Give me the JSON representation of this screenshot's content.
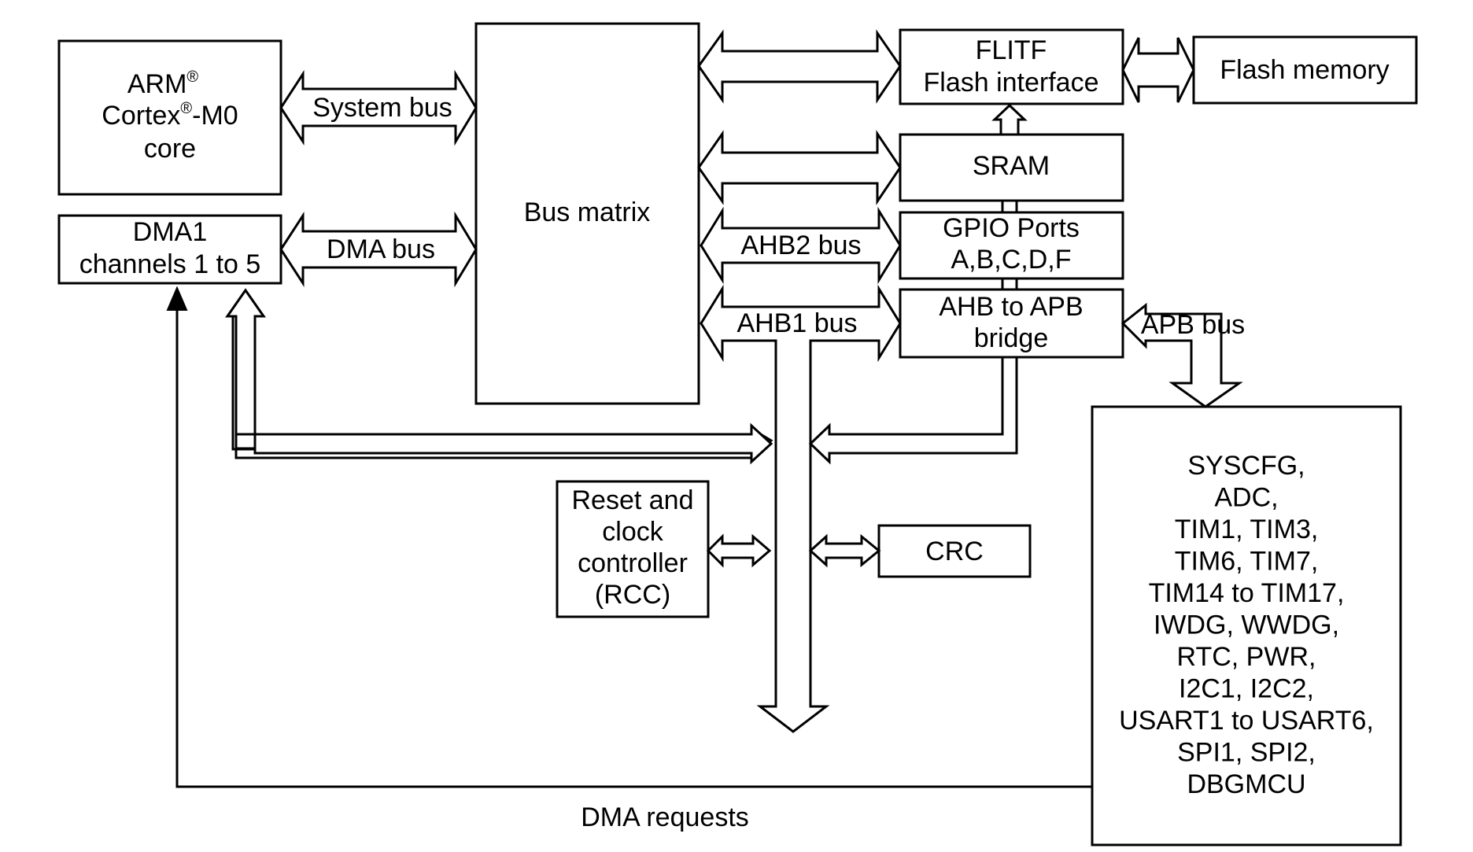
{
  "blocks": {
    "cpu": {
      "line1": "ARM",
      "reg1": "®",
      "line2a": "Cortex",
      "reg2": "®",
      "line2b": "-M0",
      "line3": "core"
    },
    "dma1": {
      "line1": "DMA1",
      "line2": "channels 1 to 5"
    },
    "bus_matrix": "Bus matrix",
    "flitf": {
      "line1": "FLITF",
      "line2": "Flash interface"
    },
    "flash_memory": "Flash memory",
    "sram": "SRAM",
    "gpio": {
      "line1": "GPIO Ports",
      "line2": "A,B,C,D,F"
    },
    "bridge": {
      "line1": "AHB to APB",
      "line2": "bridge"
    },
    "rcc": {
      "line1": "Reset and",
      "line2": "clock",
      "line3": "controller",
      "line4": "(RCC)"
    },
    "crc": "CRC",
    "peripherals": [
      "SYSCFG,",
      "ADC,",
      "TIM1, TIM3,",
      "TIM6, TIM7,",
      "TIM14 to TIM17,",
      "IWDG, WWDG,",
      "RTC, PWR,",
      "I2C1, I2C2,",
      "USART1 to USART6,",
      "SPI1, SPI2,",
      "DBGMCU"
    ]
  },
  "buses": {
    "system_bus": "System bus",
    "dma_bus": "DMA bus",
    "ahb2_bus": "AHB2 bus",
    "ahb1_bus": "AHB1 bus",
    "apb_bus": "APB bus"
  },
  "dma_requests": "DMA requests"
}
